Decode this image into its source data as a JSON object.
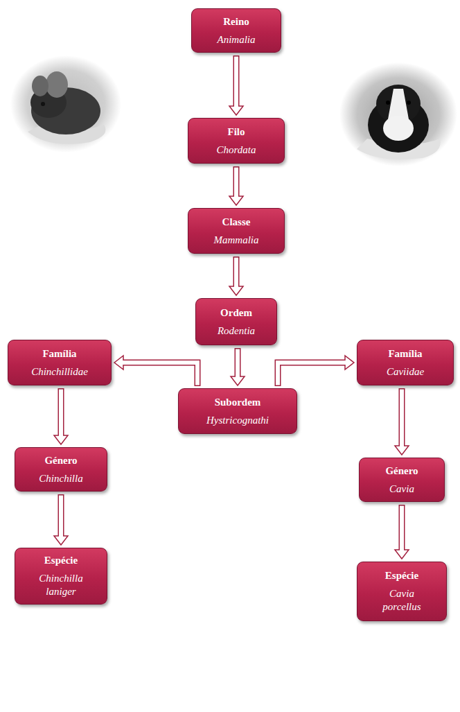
{
  "diagram": {
    "nodes": [
      {
        "text": [
          "Reino",
          "Animalia"
        ]
      },
      {
        "text": [
          "Filo",
          "Chordata"
        ]
      },
      {
        "text": [
          "Classe",
          "Mammalia"
        ]
      },
      {
        "text": [
          "Ordem",
          "Rodentia"
        ]
      },
      {
        "text": [
          "Subordem",
          "Hystricognathi"
        ]
      },
      {
        "text": [
          "Família",
          "Chinchillidae"
        ]
      },
      {
        "text": [
          "Família",
          "Caviidae"
        ]
      },
      {
        "text": [
          "Género",
          "Chinchilla"
        ]
      },
      {
        "text": [
          "Género",
          "Cavia"
        ]
      },
      {
        "text": [
          "Espécie",
          "Chinchilla laniger"
        ]
      },
      {
        "text": [
          "Espécie",
          "Cavia porcellus"
        ]
      }
    ],
    "edges": [
      {
        "from": 0,
        "to": 1,
        "arrow": "to"
      },
      {
        "from": 1,
        "to": 2,
        "arrow": "to"
      },
      {
        "from": 2,
        "to": 3,
        "arrow": "to"
      },
      {
        "from": 3,
        "to": 4,
        "arrow": "to"
      },
      {
        "from": 4,
        "to": 5,
        "arrow": "to"
      },
      {
        "from": 4,
        "to": 6,
        "arrow": "to"
      },
      {
        "from": 5,
        "to": 7,
        "arrow": "to"
      },
      {
        "from": 6,
        "to": 8,
        "arrow": "to"
      },
      {
        "from": 7,
        "to": 9,
        "arrow": "to"
      },
      {
        "from": 8,
        "to": 10,
        "arrow": "to"
      }
    ]
  }
}
